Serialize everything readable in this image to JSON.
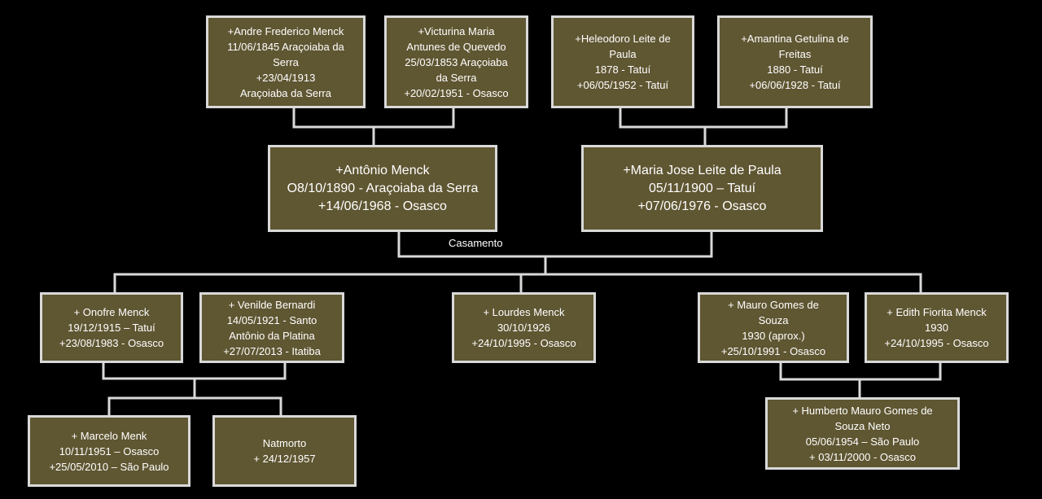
{
  "people": {
    "andre": {
      "lines": [
        "+Andre Frederico Menck",
        "11/06/1845 Araçoiaba da",
        "Serra",
        "+23/04/1913",
        "Araçoiaba da Serra"
      ]
    },
    "victurina": {
      "lines": [
        "+Victurina Maria",
        "Antunes de Quevedo",
        "25/03/1853 Araçoiaba",
        "da Serra",
        "+20/02/1951 -  Osasco"
      ]
    },
    "heleodoro": {
      "lines": [
        "+Heleodoro Leite de",
        "Paula",
        "1878 - Tatuí",
        "+06/05/1952 - Tatuí"
      ]
    },
    "amantina": {
      "lines": [
        "+Amantina Getulina de",
        "Freitas",
        "1880 - Tatuí",
        "+06/06/1928 - Tatuí"
      ]
    },
    "antonio": {
      "lines": [
        "+Antônio Menck",
        "O8/10/1890 - Araçoiaba da Serra",
        "+14/06/1968  - Osasco"
      ]
    },
    "maria": {
      "lines": [
        "+Maria Jose Leite de Paula",
        "05/11/1900 – Tatuí",
        "+07/06/1976 - Osasco"
      ]
    },
    "onofre": {
      "lines": [
        "+ Onofre Menck",
        "19/12/1915 – Tatuí",
        "+23/08/1983 - Osasco"
      ]
    },
    "venilde": {
      "lines": [
        "+ Venilde Bernardi",
        "14/05/1921 -  Santo",
        "Antônio da Platina",
        "+27/07/2013 - Itatiba"
      ]
    },
    "lourdes": {
      "lines": [
        "+ Lourdes Menck",
        "30/10/1926",
        "+24/10/1995 - Osasco"
      ]
    },
    "mauro": {
      "lines": [
        "+ Mauro Gomes de",
        "Souza",
        "1930 (aprox.)",
        "+25/10/1991 - Osasco"
      ]
    },
    "edith": {
      "lines": [
        "+ Edith Fiorita Menck",
        "1930",
        "+24/10/1995 - Osasco"
      ]
    },
    "marcelo": {
      "lines": [
        "+ Marcelo Menk",
        "10/11/1951 – Osasco",
        "+25/05/2010 – São Paulo"
      ]
    },
    "natmorto": {
      "lines": [
        "Natmorto",
        "+ 24/12/1957"
      ]
    },
    "humberto": {
      "lines": [
        "+ Humberto Mauro Gomes de",
        "Souza Neto",
        "05/06/1954 – São Paulo",
        "+ 03/11/2000 - Osasco"
      ]
    }
  },
  "labels": {
    "casamento": "Casamento"
  },
  "colors": {
    "background": "#000000",
    "box_fill": "#5f5632",
    "box_border": "#d9d9d9",
    "connector": "#d9d9d9",
    "text": "#ffffff"
  }
}
